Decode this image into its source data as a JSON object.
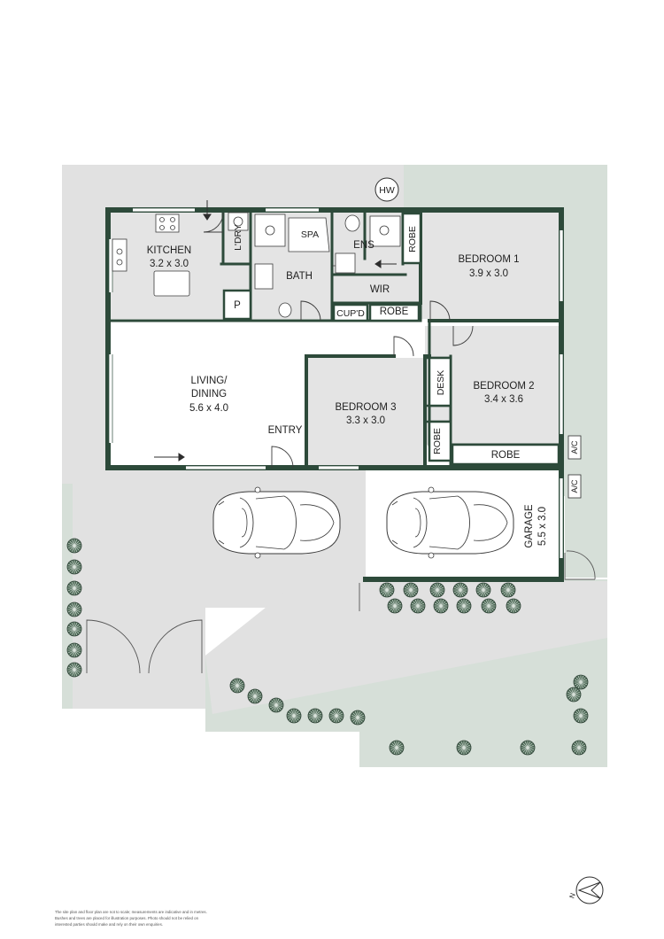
{
  "plan": {
    "rooms": {
      "kitchen": {
        "name": "KITCHEN",
        "size": "3.2 x 3.0"
      },
      "bath": {
        "name": "BATH"
      },
      "spa": {
        "name": "SPA"
      },
      "ensuite": {
        "name": "ENS"
      },
      "laundry": {
        "name": "L'DRY"
      },
      "pantry": {
        "name": "P"
      },
      "wir": {
        "name": "WIR"
      },
      "cupboard": {
        "name": "CUP'D"
      },
      "robe_bed1_hall": {
        "name": "ROBE"
      },
      "robe_bed1_wall": {
        "name": "ROBE"
      },
      "bedroom1": {
        "name": "BEDROOM 1",
        "size": "3.9 x 3.0"
      },
      "bedroom2": {
        "name": "BEDROOM 2",
        "size": "3.4 x 3.6"
      },
      "desk": {
        "name": "DESK"
      },
      "robe_bed2": {
        "name": "ROBE"
      },
      "bedroom3": {
        "name": "BEDROOM 3",
        "size": "3.3 x 3.0"
      },
      "robe_bed3": {
        "name": "ROBE"
      },
      "living": {
        "name_line1": "LIVING/",
        "name_line2": "DINING",
        "size": "5.6 x 4.0"
      },
      "entry": {
        "name": "ENTRY"
      },
      "garage": {
        "name": "GARAGE",
        "size": "5.5 x 3.0"
      }
    },
    "markers": {
      "hot_water": "HW",
      "ac_1": "A/C",
      "ac_2": "A/C",
      "north": "N"
    },
    "disclaimer": [
      "The site plan and floor plan are not to scale; measurements are indicative and in metres.",
      "Bushes and trees are placed for illustration purposes. Photo should not be relied on",
      "interested parties should make and rely on their own enquiries."
    ],
    "colors": {
      "wall": "#2d4a3a",
      "room_fill": "#e4e4e4",
      "land_grey": "#e1e1e1",
      "land_green": "#d6dfd8",
      "tree": "#4f6b58"
    }
  }
}
